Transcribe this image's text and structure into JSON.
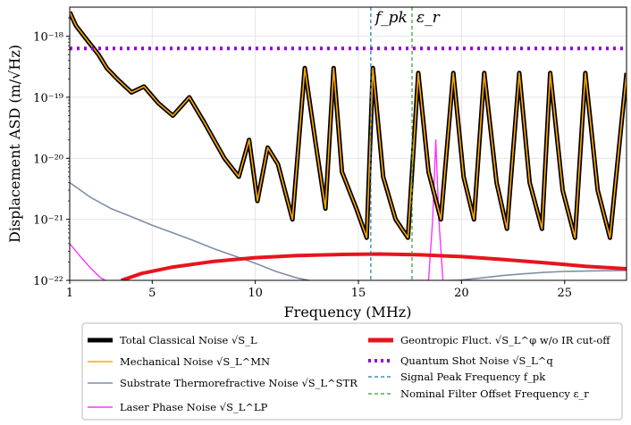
{
  "chart_data": {
    "type": "line",
    "xlabel": "Frequency (MHz)",
    "ylabel": "Displacement ASD (m/√Hz)",
    "xlim": [
      1,
      28
    ],
    "ylim": [
      1e-22,
      3e-18
    ],
    "yscale": "log",
    "grid": true,
    "legend_position": "bottom",
    "x_ticks": [
      1,
      5,
      10,
      15,
      20,
      25
    ],
    "y_ticks": [
      {
        "value": 1e-22,
        "label": "10⁻²²"
      },
      {
        "value": 1e-21,
        "label": "10⁻²¹"
      },
      {
        "value": 1e-20,
        "label": "10⁻²⁰"
      },
      {
        "value": 1e-19,
        "label": "10⁻¹⁹"
      },
      {
        "value": 1e-18,
        "label": "10⁻¹⁸"
      }
    ],
    "markers": [
      {
        "name": "Signal Peak Frequency f_pk",
        "label": "f_pk",
        "x": 15.6,
        "color": "#1f77b4"
      },
      {
        "name": "Nominal Filter Offset Frequency ε_r",
        "label": "ε_r",
        "x": 17.6,
        "color": "#2ca02c"
      }
    ],
    "series": [
      {
        "name": "Total Classical Noise √S_L",
        "color": "#000000",
        "x": [
          1.0,
          1.3,
          1.8,
          2.4,
          2.8,
          3.3,
          4.0,
          4.6,
          5.3,
          6.0,
          6.8,
          7.5,
          8.5,
          9.2,
          9.7,
          10.1,
          10.6,
          11.1,
          11.8,
          12.4,
          12.9,
          13.4,
          13.8,
          14.2,
          14.9,
          15.4,
          15.7,
          16.2,
          16.8,
          17.4,
          17.9,
          18.4,
          19.0,
          19.6,
          20.1,
          20.6,
          21.1,
          21.7,
          22.2,
          22.8,
          23.3,
          23.9,
          24.3,
          24.9,
          25.5,
          26.0,
          26.6,
          27.2,
          28.0
        ],
        "values": [
          2.5e-18,
          1.5e-18,
          9e-19,
          5e-19,
          3e-19,
          2e-19,
          1.2e-19,
          1.5e-19,
          8e-20,
          5e-20,
          1e-19,
          4e-20,
          1e-20,
          5e-21,
          2e-20,
          2e-21,
          1.5e-20,
          8e-21,
          1e-21,
          3e-19,
          2e-20,
          1.5e-21,
          3e-19,
          6e-21,
          1.5e-21,
          5e-22,
          3e-19,
          5e-21,
          1e-21,
          5e-22,
          2.5e-19,
          6e-21,
          1e-21,
          2.5e-19,
          5e-21,
          1e-21,
          2.5e-19,
          4e-21,
          7e-22,
          2.5e-19,
          4e-21,
          7e-22,
          2.5e-19,
          3e-21,
          5e-22,
          2.5e-19,
          3e-21,
          5e-22,
          2.5e-19
        ]
      },
      {
        "name": "Mechanical Noise √S_L^MN",
        "color": "#ffa500",
        "x": [
          1.0,
          1.3,
          1.8,
          2.4,
          2.8,
          3.3,
          4.0,
          4.6,
          5.3,
          6.0,
          6.8,
          7.5,
          8.5,
          9.2,
          9.7,
          10.1,
          10.6,
          11.1,
          11.8,
          12.4,
          12.9,
          13.4,
          13.8,
          14.2,
          14.9,
          15.4,
          15.7,
          16.2,
          16.8,
          17.4,
          17.9,
          18.4,
          19.0,
          19.6,
          20.1,
          20.6,
          21.1,
          21.7,
          22.2,
          22.8,
          23.3,
          23.9,
          24.3,
          24.9,
          25.5,
          26.0,
          26.6,
          27.2,
          28.0
        ],
        "values": [
          2.5e-18,
          1.5e-18,
          9e-19,
          5e-19,
          3e-19,
          2e-19,
          1.2e-19,
          1.5e-19,
          8e-20,
          5e-20,
          1e-19,
          4e-20,
          1e-20,
          5e-21,
          2e-20,
          2e-21,
          1.5e-20,
          8e-21,
          1e-21,
          3e-19,
          2e-20,
          1.5e-21,
          3e-19,
          6e-21,
          1.5e-21,
          5e-22,
          3e-19,
          5e-21,
          1e-21,
          5e-22,
          2.5e-19,
          6e-21,
          1e-21,
          2.5e-19,
          5e-21,
          1e-21,
          2.5e-19,
          4e-21,
          7e-22,
          2.5e-19,
          4e-21,
          7e-22,
          2.5e-19,
          3e-21,
          5e-22,
          2.5e-19,
          3e-21,
          5e-22,
          2.5e-19
        ]
      },
      {
        "name": "Substrate Thermorefractive Noise √S_L^STR",
        "color": "#7f8fa6",
        "x": [
          1.0,
          2.0,
          3.0,
          4.0,
          5.0,
          6.0,
          7.0,
          8.0,
          9.0,
          10.0,
          11.0,
          12.0,
          12.6,
          13.0,
          19.8,
          21.0,
          22.0,
          23.0,
          24.0,
          25.0,
          26.0,
          27.0,
          28.0
        ],
        "values": [
          4e-21,
          2.3e-21,
          1.5e-21,
          1.1e-21,
          8e-22,
          6e-22,
          4.5e-22,
          3.3e-22,
          2.5e-22,
          1.9e-22,
          1.4e-22,
          1.1e-22,
          1e-22,
          9e-23,
          1e-22,
          1.1e-22,
          1.2e-22,
          1.28e-22,
          1.35e-22,
          1.4e-22,
          1.42e-22,
          1.44e-22,
          1.45e-22
        ]
      },
      {
        "name": "Laser Phase Noise √S_L^LP",
        "color": "#ff33ff",
        "x": [
          1.0,
          1.5,
          2.0,
          2.5,
          3.0,
          18.4,
          18.6,
          18.75,
          18.9,
          19.1
        ],
        "values": [
          4e-22,
          2.5e-22,
          1.6e-22,
          1.1e-22,
          9e-23,
          1e-22,
          1e-21,
          2e-20,
          1e-21,
          1e-22
        ]
      },
      {
        "name": "Geontropic Fluct. √S_L^φ w/o IR cut-off",
        "color": "#e8141c",
        "x": [
          3.5,
          4.5,
          6.0,
          8.0,
          10.0,
          12.0,
          14.0,
          16.0,
          18.0,
          20.0,
          22.0,
          24.0,
          26.0,
          28.0
        ],
        "values": [
          1e-22,
          1.3e-22,
          1.65e-22,
          2.05e-22,
          2.35e-22,
          2.55e-22,
          2.65e-22,
          2.7e-22,
          2.62e-22,
          2.45e-22,
          2.2e-22,
          1.95e-22,
          1.7e-22,
          1.55e-22
        ]
      },
      {
        "name": "Quantum Shot Noise √S_L^q",
        "color": "#9400d3",
        "x": [
          1.0,
          28.0
        ],
        "values": [
          6.3e-19,
          6.3e-19
        ]
      }
    ],
    "legend": [
      {
        "label": "Total Classical Noise √S_L",
        "color": "#000000",
        "style": "thick"
      },
      {
        "label": "Mechanical Noise √S_L^MN",
        "color": "#ffa500",
        "style": "solid"
      },
      {
        "label": "Substrate Thermorefractive Noise √S_L^STR",
        "color": "#7f8fa6",
        "style": "solid"
      },
      {
        "label": "Laser Phase Noise √S_L^LP",
        "color": "#ff33ff",
        "style": "solid"
      },
      {
        "label": "Geontropic Fluct. √S_L^φ w/o IR cut-off",
        "color": "#e8141c",
        "style": "thick"
      },
      {
        "label": "Quantum Shot Noise √S_L^q",
        "color": "#9400d3",
        "style": "dotted"
      },
      {
        "label": "Signal Peak Frequency f_pk",
        "color": "#1f77b4",
        "style": "dashed"
      },
      {
        "label": "Nominal Filter Offset Frequency ε_r",
        "color": "#2ca02c",
        "style": "dashed"
      }
    ]
  }
}
